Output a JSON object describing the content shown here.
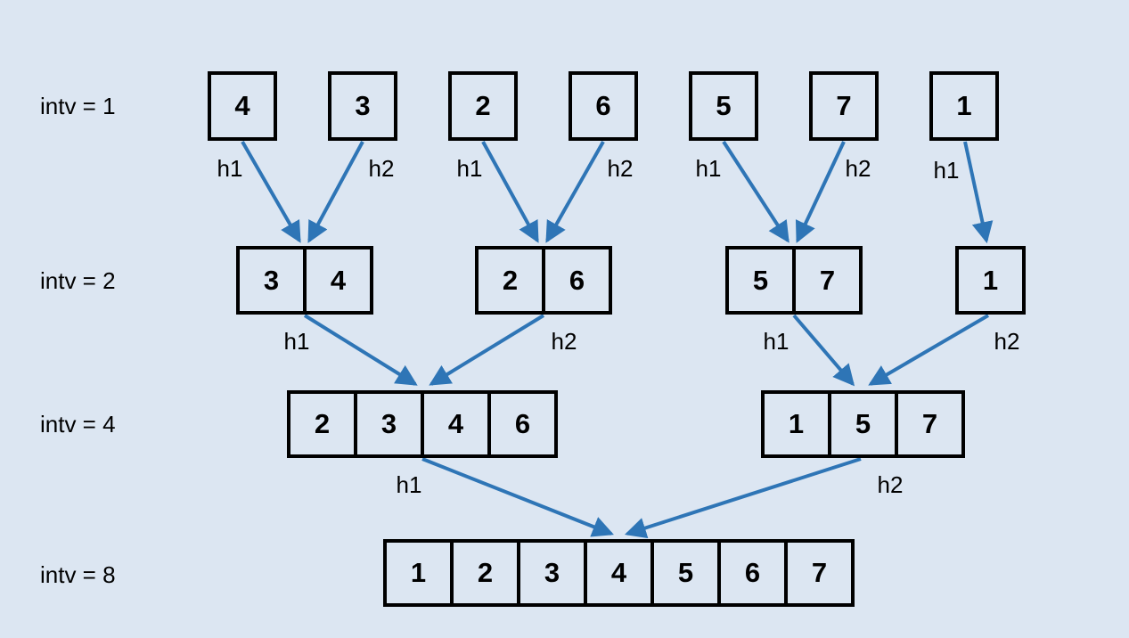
{
  "diagram": {
    "title_semantics": "merge sort interval doubling",
    "colors": {
      "background": "#dce6f2",
      "arrow": "#2e75b6",
      "box_border": "#000000",
      "text": "#000000"
    },
    "levels": [
      {
        "label": "intv = 1",
        "groups": [
          [
            "4"
          ],
          [
            "3"
          ],
          [
            "2"
          ],
          [
            "6"
          ],
          [
            "5"
          ],
          [
            "7"
          ],
          [
            "1"
          ]
        ]
      },
      {
        "label": "intv = 2",
        "groups": [
          [
            "3",
            "4"
          ],
          [
            "2",
            "6"
          ],
          [
            "5",
            "7"
          ],
          [
            "1"
          ]
        ]
      },
      {
        "label": "intv = 4",
        "groups": [
          [
            "2",
            "3",
            "4",
            "6"
          ],
          [
            "1",
            "5",
            "7"
          ]
        ]
      },
      {
        "label": "intv = 8",
        "groups": [
          [
            "1",
            "2",
            "3",
            "4",
            "5",
            "6",
            "7"
          ]
        ]
      }
    ],
    "arrow_labels": {
      "l1": [
        "h1",
        "h2",
        "h1",
        "h2",
        "h1",
        "h2",
        "h1"
      ],
      "l2": [
        "h1",
        "h2",
        "h1",
        "h2"
      ],
      "l3": [
        "h1",
        "h2"
      ]
    }
  }
}
